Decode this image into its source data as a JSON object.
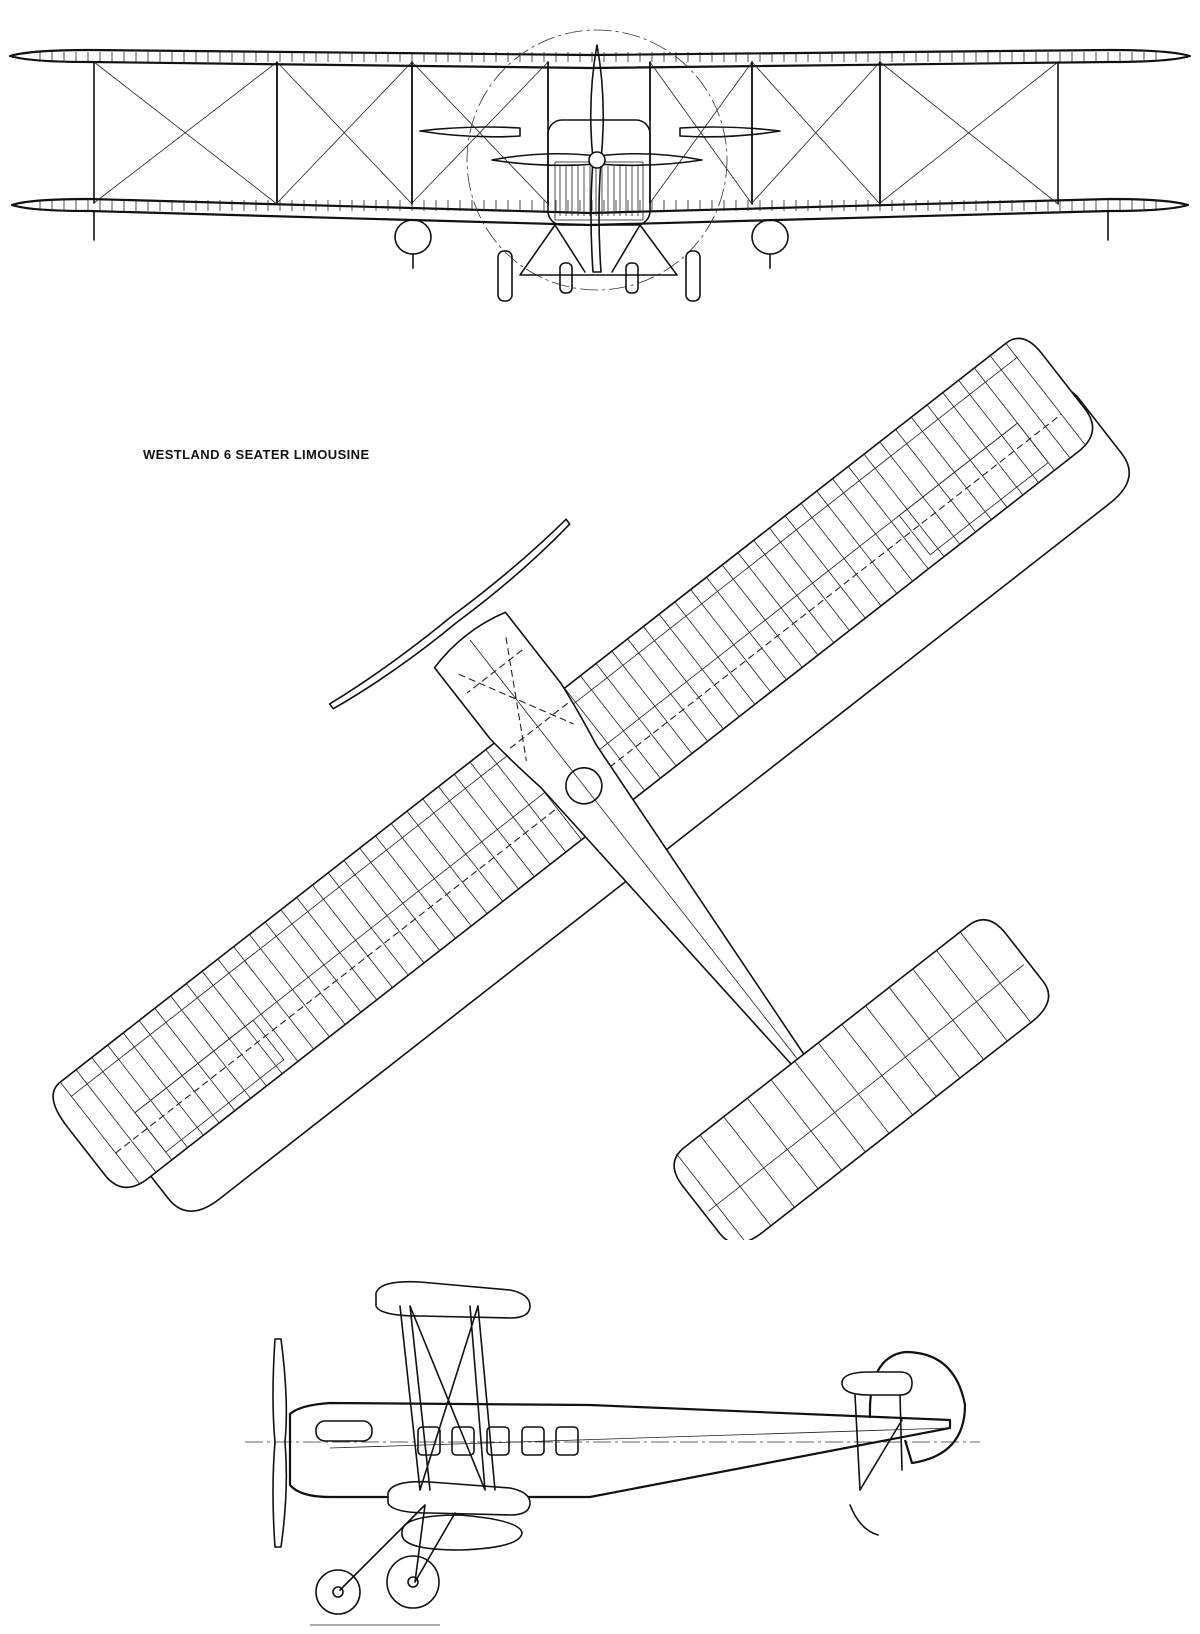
{
  "drawing": {
    "title": "WESTLAND 6 SEATER LIMOUSINE",
    "views": [
      "front-elevation",
      "plan-view",
      "side-elevation"
    ],
    "colors": {
      "line": "#111111",
      "paper": "#ffffff"
    }
  }
}
